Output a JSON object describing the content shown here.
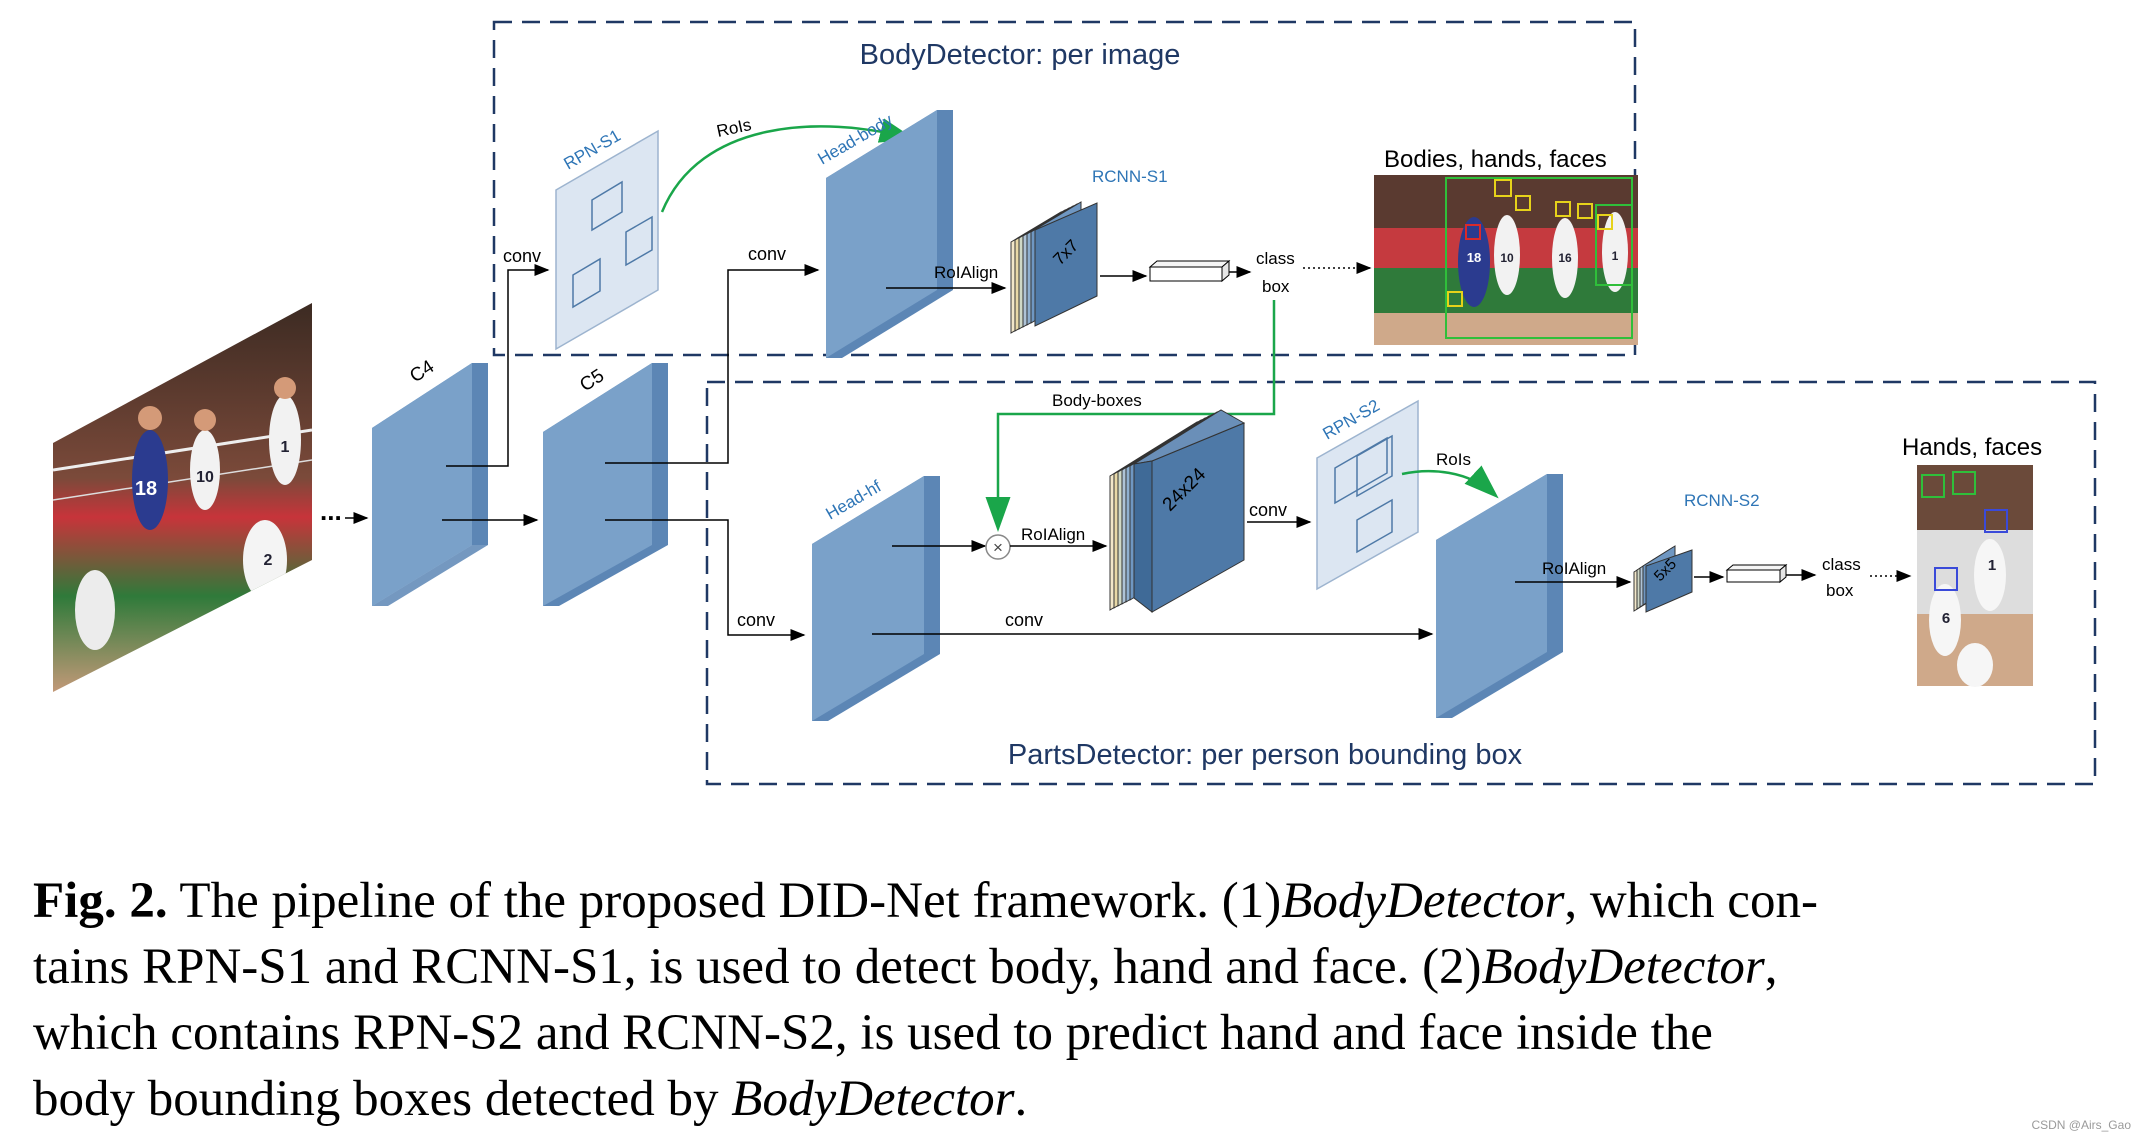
{
  "body_detector": {
    "title": "BodyDetector: per image"
  },
  "parts_detector": {
    "title": "PartsDetector: per person bounding box"
  },
  "labels": {
    "c4": "C4",
    "c5": "C5",
    "ellipsis": "...",
    "rpn_s1": "RPN-S1",
    "head_body": "Head-body",
    "rcnn_s1": "RCNN-S1",
    "roialign": "RoIAlign",
    "rois": "RoIs",
    "conv": "conv",
    "class": "class",
    "box": "box",
    "pool_7": "7x7",
    "body_boxes": "Body-boxes",
    "head_hf": "Head-hf",
    "pool_24": "24x24",
    "rpn_s2": "RPN-S2",
    "rcnn_s2": "RCNN-S2",
    "pool_5": "5x5",
    "multiply": "×"
  },
  "outputs": {
    "stage1": "Bodies, hands, faces",
    "stage2": "Hands, faces"
  },
  "photo_jersey_numbers": [
    "18",
    "10",
    "16",
    "1",
    "6",
    "2"
  ],
  "colors": {
    "dashed_border": "#1f3864",
    "title": "#1f3864",
    "feature_map": "#7aa1c9",
    "feature_map_side": "#4e79a7",
    "label_blue": "#2e75b6",
    "roi_arrow": "#1aa64a",
    "rpn_panel": "#dce6f2"
  },
  "caption": {
    "fig": "Fig. 2.",
    "lines": [
      [
        {
          "t": "The pipeline of the proposed DID-Net framework. (1)",
          "s": ""
        },
        {
          "t": "BodyDetector",
          "s": "i"
        },
        {
          "t": ", which con-",
          "s": ""
        }
      ],
      [
        {
          "t": "tains RPN-S1 and RCNN-S1, is used to detect body, hand and face. (2)",
          "s": ""
        },
        {
          "t": "BodyDetector",
          "s": "i"
        },
        {
          "t": ",",
          "s": ""
        }
      ],
      [
        {
          "t": "which contains RPN-S2 and RCNN-S2, is used to predict hand and face inside the",
          "s": ""
        }
      ],
      [
        {
          "t": "body bounding boxes detected by ",
          "s": ""
        },
        {
          "t": "BodyDetector",
          "s": "i"
        },
        {
          "t": ".",
          "s": ""
        }
      ]
    ]
  },
  "watermark": "CSDN @Airs_Gao"
}
